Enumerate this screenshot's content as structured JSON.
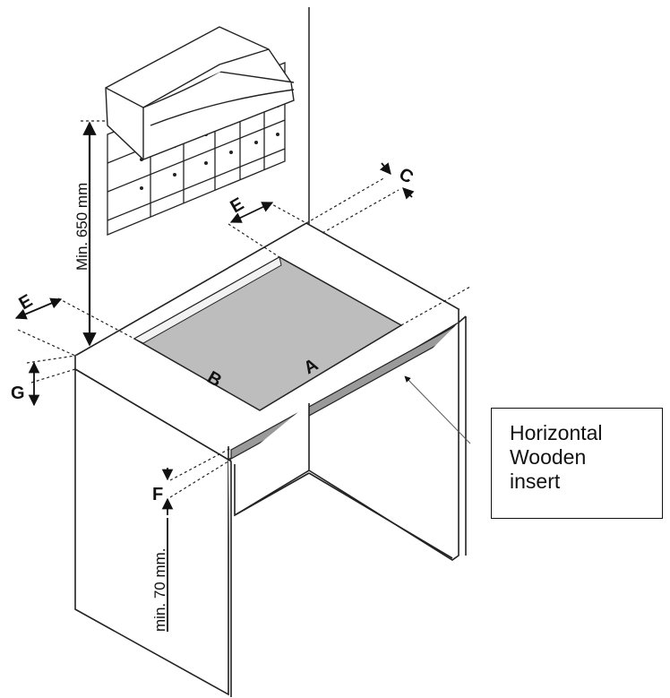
{
  "labels": {
    "A": "A",
    "B": "B",
    "C": "C",
    "E": "E",
    "F": "F",
    "G": "G",
    "min_height_hood": "Min. 650 mm",
    "min_height_insert": "min. 70 mm."
  },
  "callout": {
    "line1": "Horizontal",
    "line2": "Wooden",
    "line3": "insert"
  }
}
